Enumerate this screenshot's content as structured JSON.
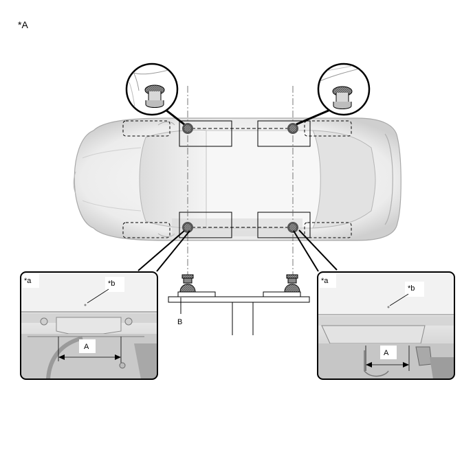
{
  "figure_id": "*A",
  "callouts": {
    "a": "*a",
    "b": "*b",
    "dimension": "A",
    "jack_pad": "B"
  }
}
